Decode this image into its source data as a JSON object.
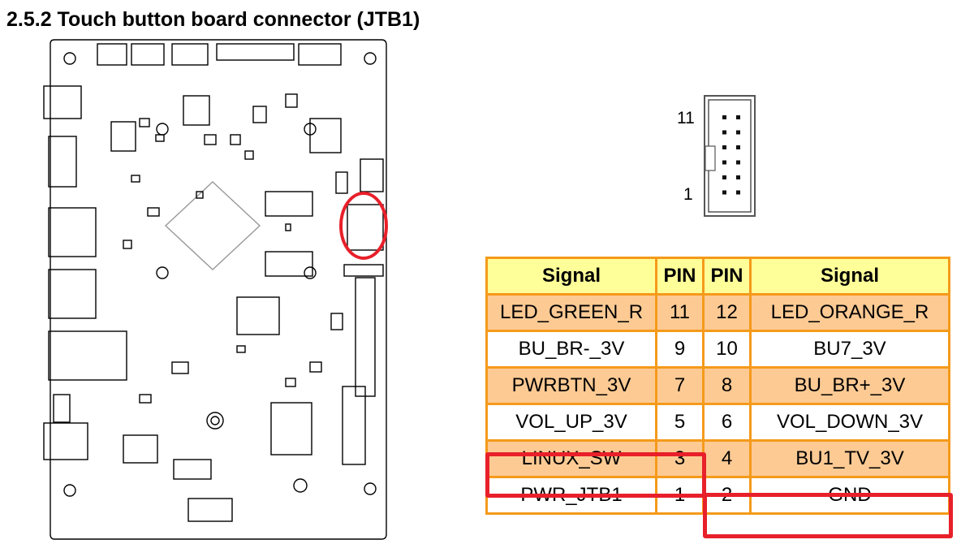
{
  "section_title": "2.5.2 Touch button board connector (JTB1)",
  "connector": {
    "top_pin_label": "11",
    "bottom_pin_label": "1",
    "rows": 6,
    "cols": 2
  },
  "table": {
    "headers": [
      "Signal",
      "PIN",
      "PIN",
      "Signal"
    ],
    "rows": [
      {
        "signal_left": "LED_GREEN_R",
        "pin_left": "11",
        "pin_right": "12",
        "signal_right": "LED_ORANGE_R",
        "shade": "orange"
      },
      {
        "signal_left": "BU_BR-_3V",
        "pin_left": "9",
        "pin_right": "10",
        "signal_right": "BU7_3V",
        "shade": "white"
      },
      {
        "signal_left": "PWRBTN_3V",
        "pin_left": "7",
        "pin_right": "8",
        "signal_right": "BU_BR+_3V",
        "shade": "orange"
      },
      {
        "signal_left": "VOL_UP_3V",
        "pin_left": "5",
        "pin_right": "6",
        "signal_right": "VOL_DOWN_3V",
        "shade": "white"
      },
      {
        "signal_left": "LINUX_SW",
        "pin_left": "3",
        "pin_right": "4",
        "signal_right": "BU1_TV_3V",
        "shade": "orange"
      },
      {
        "signal_left": "PWR_JTB1",
        "pin_left": "1",
        "pin_right": "2",
        "signal_right": "GND",
        "shade": "white"
      }
    ],
    "highlights": [
      {
        "label": "LINUX_SW / pin 3"
      },
      {
        "label": "pin 2 / GND"
      }
    ]
  },
  "colors": {
    "table_border": "#f59a1b",
    "header_bg": "#ffff99",
    "row_orange": "#fdca94",
    "highlight_red": "#e8202a"
  }
}
